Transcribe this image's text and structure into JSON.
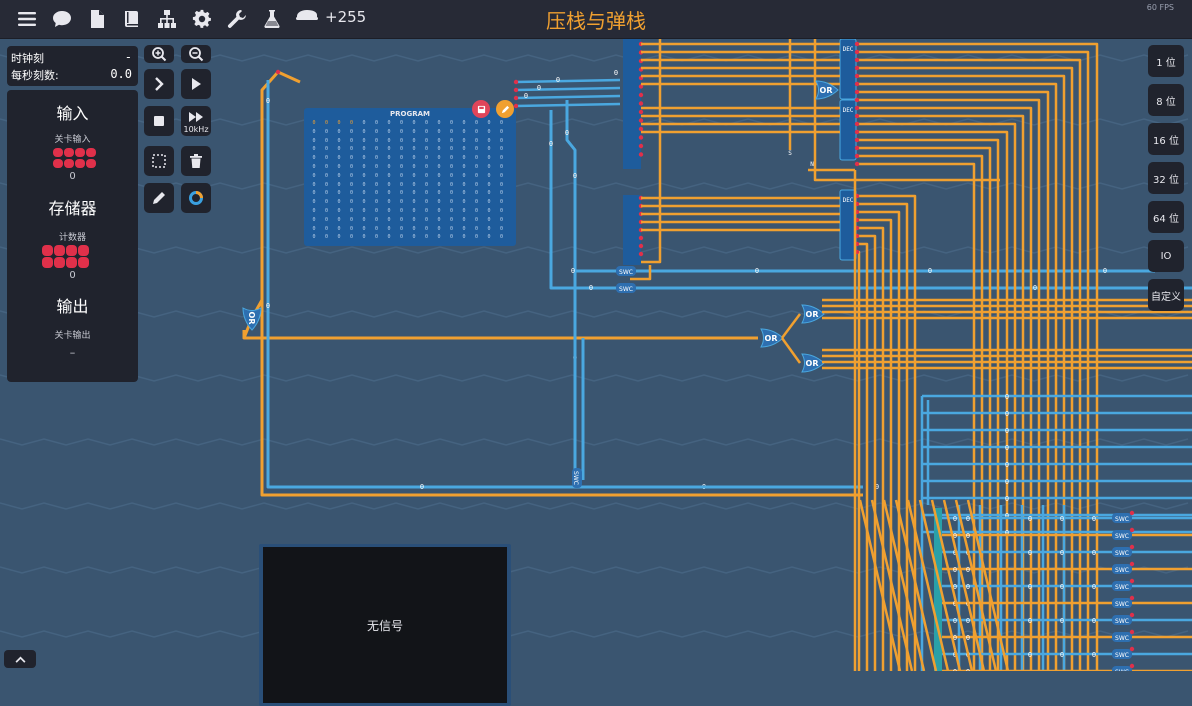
{
  "topbar": {
    "title": "压栈与弹栈",
    "coins": "+255",
    "fps": "60 FPS",
    "icons": [
      "menu-icon",
      "chat-icon",
      "document-icon",
      "book-icon",
      "hierarchy-icon",
      "gear-icon",
      "wrench-icon",
      "flask-icon",
      "coin-icon"
    ]
  },
  "clock_panel": {
    "tick_label": "时钟刻",
    "tick_value": "-",
    "rate_label": "每秒刻数:",
    "rate_value": "0.0"
  },
  "io_panel": {
    "input_heading": "输入",
    "input_sub": "关卡输入",
    "input_value": "0",
    "storage_heading": "存储器",
    "storage_sub": "计数器",
    "storage_value": "0",
    "output_heading": "输出",
    "output_sub": "关卡输出",
    "output_value": "–"
  },
  "toolbar": {
    "speed_label": "10kHz"
  },
  "bit_widths": [
    "1 位",
    "8 位",
    "16 位",
    "32 位",
    "64 位",
    "IO",
    "自定义"
  ],
  "program": {
    "title": "PROGRAM",
    "header": [
      "0",
      "0",
      "0",
      "0"
    ],
    "cell": "0"
  },
  "display": {
    "message": "无信号"
  },
  "wire_labels": {
    "zero": "0",
    "swc": "SWC",
    "dec": "DEC",
    "or": "OR",
    "s": "S",
    "n": "N"
  },
  "colors": {
    "background": "#3a5570",
    "wire_orange": "#f0a030",
    "wire_blue": "#4aa8e0",
    "pin_red": "#e0304a",
    "panel": "#20232d"
  }
}
